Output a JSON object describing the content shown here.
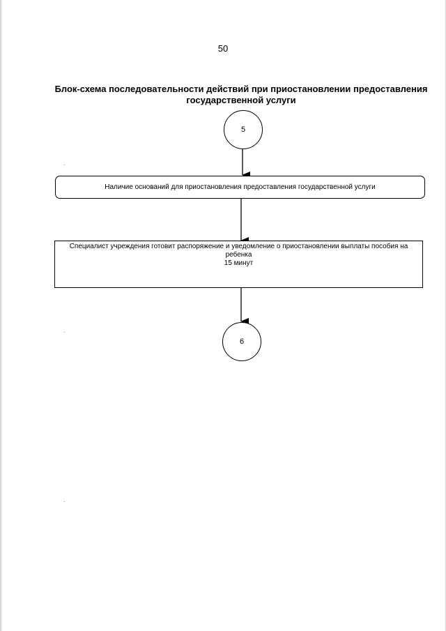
{
  "page": {
    "number": "50"
  },
  "title": {
    "line1": "Блок-схема последовательности действий при приостановлении предоставления",
    "line2": "государственной услуги"
  },
  "flowchart": {
    "start_connector": "5",
    "step1": "Наличие оснований для приостановления предоставления государственной услуги",
    "step2": {
      "line1": "Специалист учреждения готовит распоряжение и уведомление о приостановлении выплаты пособия на",
      "line2": "ребенка",
      "duration": "15 минут"
    },
    "end_connector": "6"
  }
}
